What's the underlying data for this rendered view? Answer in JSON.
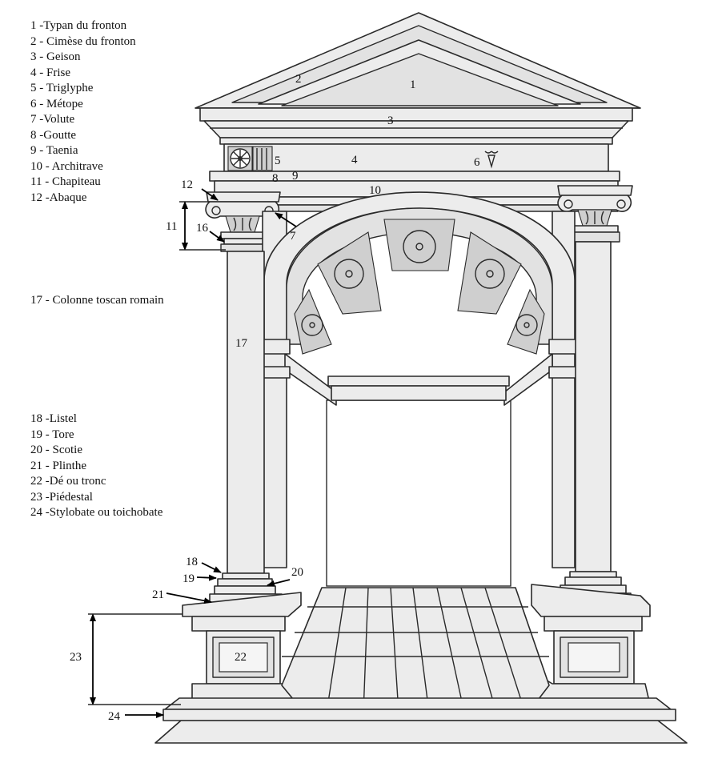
{
  "legend_top": [
    {
      "num": "1",
      "text": "Typan du fronton"
    },
    {
      "num": "2",
      "text": "Cimèse du fronton"
    },
    {
      "num": "3",
      "text": "Geison"
    },
    {
      "num": "4",
      "text": "Frise"
    },
    {
      "num": "5",
      "text": "Triglyphe"
    },
    {
      "num": "6",
      "text": "Métope"
    },
    {
      "num": "7",
      "text": "Volute"
    },
    {
      "num": "8",
      "text": "Goutte"
    },
    {
      "num": "9",
      "text": "Taenia"
    },
    {
      "num": "10",
      "text": "Architrave"
    },
    {
      "num": "11",
      "text": "Chapiteau"
    },
    {
      "num": "12",
      "text": "Abaque"
    }
  ],
  "legend_mid": [
    {
      "num": "17",
      "text": "Colonne toscan romain"
    }
  ],
  "legend_bottom": [
    {
      "num": "18",
      "text": "Listel"
    },
    {
      "num": "19",
      "text": "Tore"
    },
    {
      "num": "20",
      "text": "Scotie"
    },
    {
      "num": "21",
      "text": "Plinthe"
    },
    {
      "num": "22",
      "text": "Dé ou tronc"
    },
    {
      "num": "23",
      "text": "Piédestal"
    },
    {
      "num": "24",
      "text": "Stylobate ou toichobate"
    }
  ],
  "callouts": {
    "c1": "1",
    "c2": "2",
    "c3": "3",
    "c4": "4",
    "c5": "5",
    "c6": "6",
    "c7": "7",
    "c8": "8",
    "c9": "9",
    "c10": "10",
    "c11": "11",
    "c12": "12",
    "c16": "16",
    "c17": "17",
    "c18": "18",
    "c19": "19",
    "c20": "20",
    "c21": "21",
    "c22": "22",
    "c23": "23",
    "c24": "24"
  }
}
